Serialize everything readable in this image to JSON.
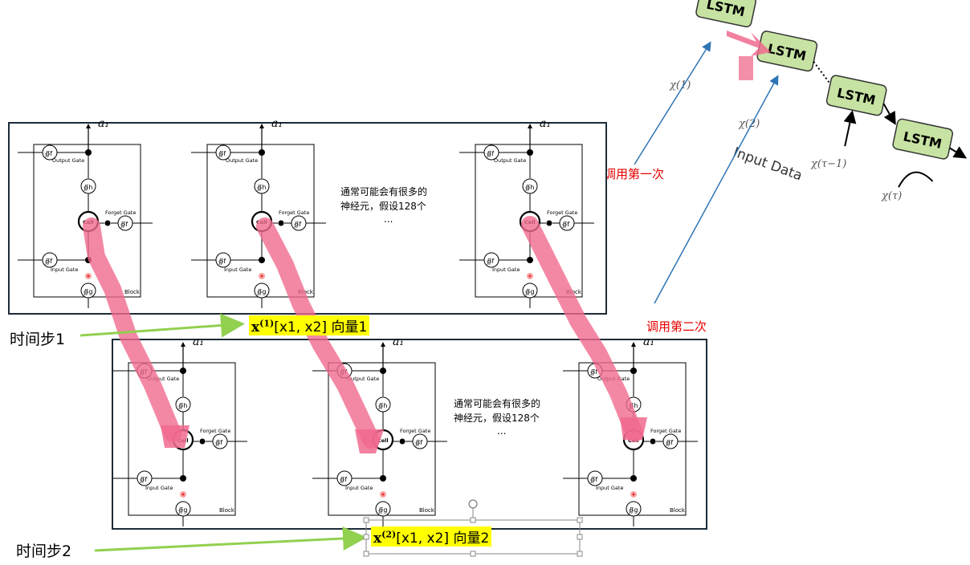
{
  "diagram": {
    "unit_output": "a₁",
    "gates": {
      "output": "Output Gate",
      "forget": "Forget Gate",
      "input": "Input Gate",
      "cell": "Cell",
      "block": "Block",
      "sig_f": "∯f",
      "sig_h": "∯h",
      "sig_g": "∯g"
    },
    "note_line1": "通常可能会有很多的",
    "note_line2": "神经元，假设128个",
    "note_dots": "...",
    "timestep1": {
      "label": "时间步1",
      "x_symbol": "x",
      "x_sup": "(1)",
      "x_rest": "[x1, x2]  向量1"
    },
    "timestep2": {
      "label": "时间步2",
      "x_symbol": "x",
      "x_sup": "(2)",
      "x_rest": "[x1, x2]  向量2"
    },
    "unrolled": {
      "cell_label": "LSTM",
      "inputs": [
        "χ(1)",
        "χ(2)",
        "χ(τ−1)",
        "χ(τ)"
      ],
      "input_data_label": "Input Data"
    },
    "call_first": "调用第一次",
    "call_second": "调用第二次",
    "colors": {
      "panel_border": "#1c2b39",
      "highlight": "#ffff00",
      "pink": "#f06a8e",
      "arrow_green": "#92d050",
      "lstm_fill": "#c7e3a3",
      "call_red": "#e60000",
      "call_line": "#2e75b6"
    }
  }
}
